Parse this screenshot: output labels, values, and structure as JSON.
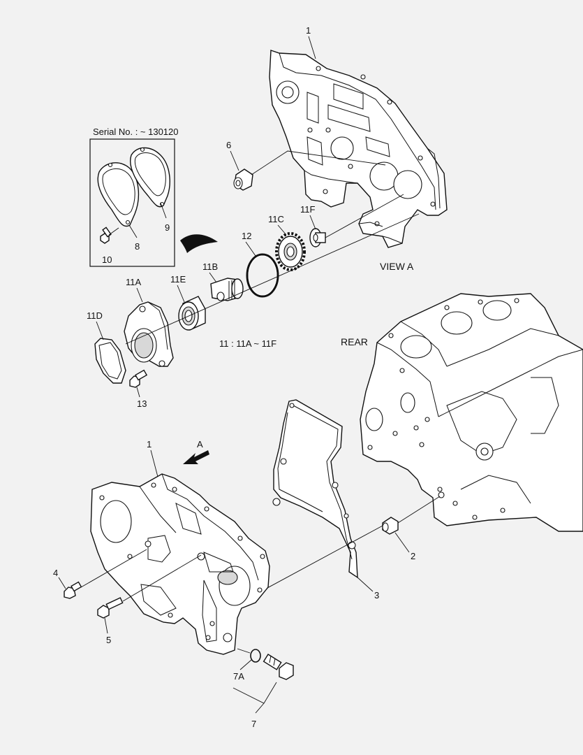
{
  "inset": {
    "title": "Serial No. : ~ 130120"
  },
  "views": {
    "view_a": "VIEW  A",
    "rear": "REAR",
    "arrow_a": "A"
  },
  "group_note": "11 : 11A ~ 11F",
  "callouts": {
    "p1_top": "1",
    "p6": "6",
    "p9": "9",
    "p8": "8",
    "p10": "10",
    "p11c": "11C",
    "p11f": "11F",
    "p12": "12",
    "p11b": "11B",
    "p11a": "11A",
    "p11e": "11E",
    "p11d": "11D",
    "p13": "13",
    "p1_bottom": "1",
    "p2": "2",
    "p3": "3",
    "p4": "4",
    "p5": "5",
    "p7a": "7A",
    "p7": "7"
  }
}
